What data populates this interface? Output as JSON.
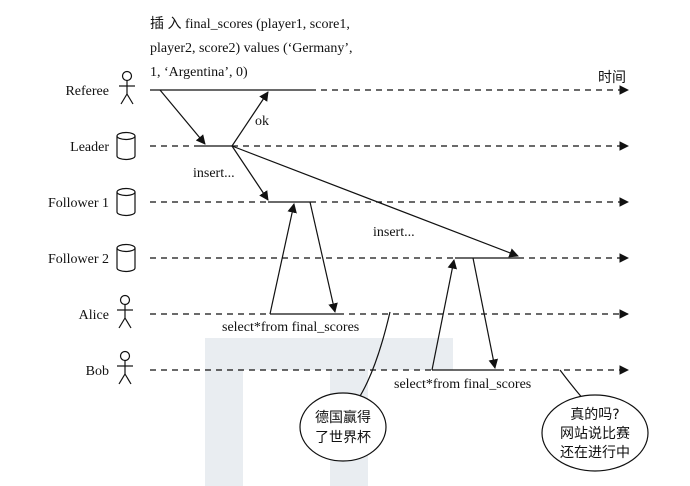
{
  "title_lines": [
    "插 入 final_scores (player1, score1,",
    "player2, score2) values (‘Germany’,",
    "1, ‘Argentina’, 0)"
  ],
  "time_label": "时间",
  "participants": {
    "referee": "Referee",
    "leader": "Leader",
    "follower1": "Follower 1",
    "follower2": "Follower 2",
    "alice": "Alice",
    "bob": "Bob"
  },
  "messages": {
    "ok": "ok",
    "insert1": "insert...",
    "insert2": "insert...",
    "alice_query": "select*from final_scores",
    "bob_query": "select*from final_scores"
  },
  "bubbles": {
    "alice": [
      "德国赢得",
      "了世界杯"
    ],
    "bob": [
      "真的吗?",
      "网站说比赛",
      "还在进行中"
    ]
  }
}
